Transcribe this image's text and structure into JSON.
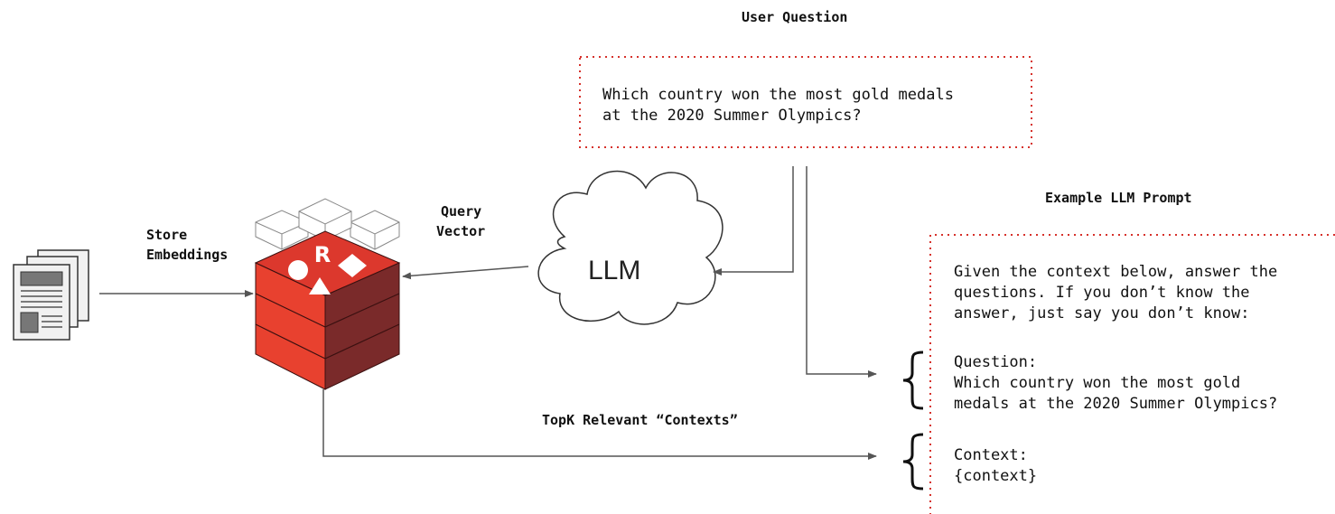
{
  "user_question": {
    "title": "User Question",
    "line1": "Which country won the most gold medals",
    "line2": "at the 2020 Summer Olympics?"
  },
  "store_label": {
    "line1": "Store",
    "line2": "Embeddings"
  },
  "query_label": {
    "line1": "Query",
    "line2": "Vector"
  },
  "llm_label": "LLM",
  "topk_label": "TopK Relevant “Contexts”",
  "prompt": {
    "title": "Example LLM Prompt",
    "line1": "Given the context below, answer the",
    "line2": "questions. If you don’t know the",
    "line3": "answer, just say you don’t know:",
    "question_label": "Question:",
    "question_line1": "Which country won the most gold",
    "question_line2": "medals at the 2020 Summer Olympics?",
    "context_label": "Context:",
    "context_value": "{context}"
  },
  "colors": {
    "accent_red": "#dc382d",
    "dark_red": "#7a2a2a",
    "dotted_border": "#d6312b",
    "arrow": "#555555",
    "doc_fill": "#f1f1f1",
    "doc_block": "#777777"
  }
}
